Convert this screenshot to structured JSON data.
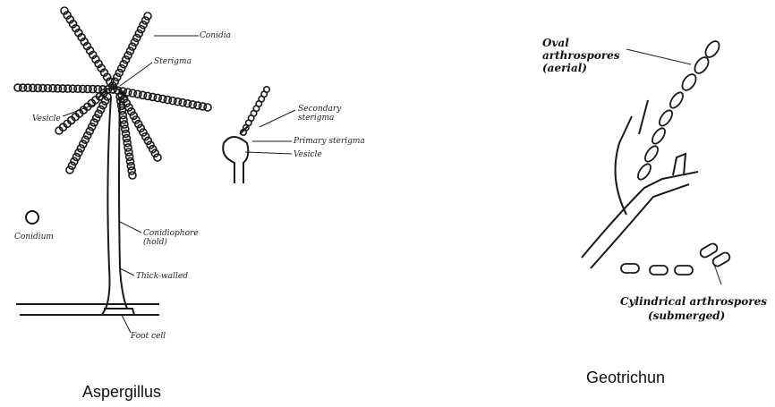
{
  "aspergillus": {
    "caption": "Aspergillus",
    "labels": {
      "conidia": "Conidia",
      "sterigma": "Sterigma",
      "vesicle": "Vesicle",
      "secondary_sterigma": "Secondary\nsterigma",
      "primary_sterigma": "Primary sterigma",
      "vesicle2": "Vesicle",
      "conidium": "Conidium",
      "conidiophore": "Conidiophore\n(hold)",
      "thick_walled": "Thick-walled",
      "foot_cell": "Foot cell"
    }
  },
  "geotrichum": {
    "caption": "Geotrichun",
    "labels": {
      "oval": "Oval\narthrospores\n(aerial)",
      "cylindrical": "Cylindrical arthrospores",
      "submerged": "(submerged)"
    }
  },
  "colors": {
    "ink": "#1a1a1a",
    "background": "#ffffff"
  }
}
